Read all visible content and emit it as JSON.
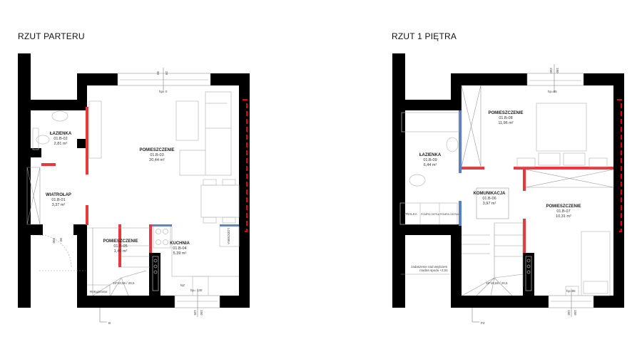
{
  "ground_floor": {
    "title": "RZUT PARTERU",
    "rooms": [
      {
        "name": "ŁAZIENKA",
        "code": "01.B-02",
        "area": "2,81 m²"
      },
      {
        "name": "POMIESZCZENIE",
        "code": "01.B-03",
        "area": "20,44 m²"
      },
      {
        "name": "WIATROŁAP",
        "code": "01.B-01",
        "area": "3,37 m²"
      },
      {
        "name": "POMIESZCZENIE",
        "code": "01.B-05",
        "area": "1,40 m²"
      },
      {
        "name": "KUCHNIA",
        "code": "01.B-04",
        "area": "5,39 m²"
      }
    ],
    "labels": {
      "window_top_a": "90",
      "window_top_b": "28",
      "hp_top": "hp= 0",
      "door_a": "200",
      "door_b": "90",
      "stairs": "16*18,56 / 26,5",
      "recuperator": "Rekuperator",
      "fridge": "LODÓWKA",
      "hp_bottom": "hp= 130",
      "win_bottom_a": "125",
      "win_bottom_b": "150",
      "mark": "B",
      "mark_nz": "NZ"
    }
  },
  "first_floor": {
    "title": "RZUT 1 PIĘTRA",
    "rooms": [
      {
        "name": "POMIESZCZENIE",
        "code": "01.B-08",
        "area": "11,96 m²"
      },
      {
        "name": "ŁAZIENKA",
        "code": "01.B-09",
        "area": "6,44 m²"
      },
      {
        "name": "KOMUNIKACJA",
        "code": "01.B-06",
        "area": "3,97 m²"
      },
      {
        "name": "POMIESZCZENIE",
        "code": "01.B-07",
        "area": "10,31 m²"
      }
    ],
    "labels": {
      "window_top_a": "150",
      "window_top_b": "180",
      "hp_top": "hp=85",
      "laundry": "PRALKA",
      "pump1": "POMPA CIEPŁA",
      "pump2": "POMPA CIEPŁA",
      "canopy_1": "zadaszenie nad wejściem",
      "canopy_2": "rzędna spodu +2,51",
      "stairs": "16*18,56 / 26,5",
      "hp_bottom": "hp=85",
      "win_bottom_a": "150",
      "win_bottom_b": "150",
      "mark": "P2"
    }
  }
}
